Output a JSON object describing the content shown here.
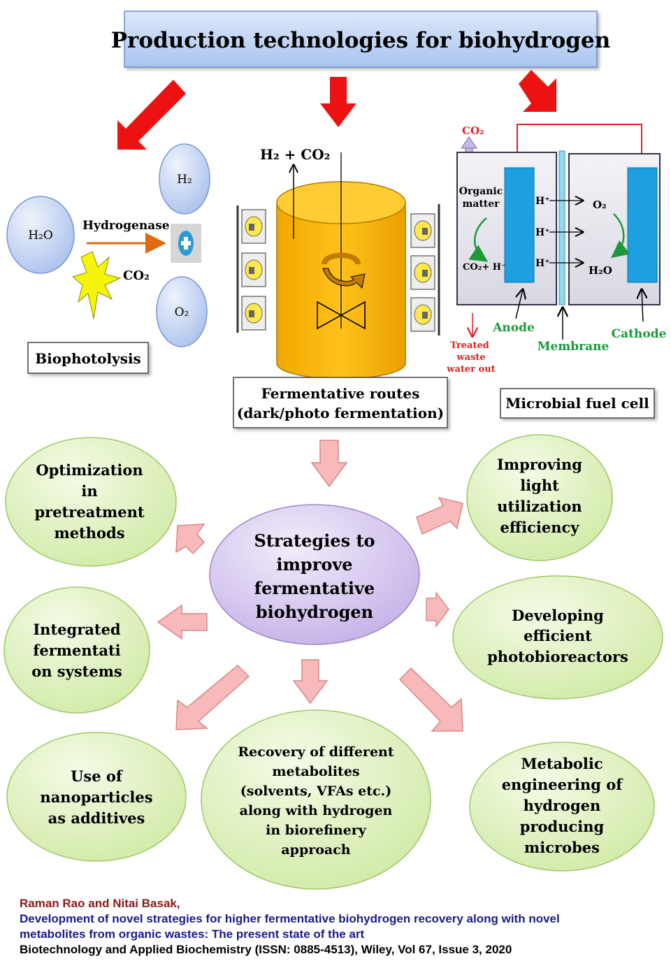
{
  "header": {
    "title": "Production technologies for biohydrogen"
  },
  "biophotolysis": {
    "h2o": "H₂O",
    "h2": "H₂",
    "o2": "O₂",
    "enzyme": "Hydrogenase",
    "co2": "CO₂",
    "label": "Biophotolysis"
  },
  "fermentation": {
    "gas": "H₂ + CO₂",
    "label_line1": "Fermentative routes",
    "label_line2": "(dark/photo fermentation)"
  },
  "fuel_cell": {
    "co2": "CO₂",
    "organic_line1": "Organic",
    "organic_line2": "matter",
    "co2h": "CO₂+ H⁻",
    "h1": "H⁺",
    "h2": "H⁺",
    "h3": "H⁺",
    "o2": "O₂",
    "h2o": "H₂O",
    "anode": "Anode",
    "membrane": "Membrane",
    "cathode": "Cathode",
    "treated_line1": "Treated",
    "treated_line2": "waste",
    "treated_line3": "water out",
    "label": "Microbial fuel cell"
  },
  "strategies": {
    "center": [
      "Strategies to",
      "improve",
      "fermentative",
      "biohydrogen"
    ],
    "optimization": [
      "Optimization",
      "in",
      "pretreatment",
      "methods"
    ],
    "light": [
      "Improving",
      "light",
      "utilization",
      "efficiency"
    ],
    "integrated": [
      "Integrated",
      "fermentati",
      "on systems"
    ],
    "photobioreactors": [
      "Developing",
      "efficient",
      "photobioreactors"
    ],
    "nanoparticles": [
      "Use of",
      "nanoparticles",
      "as additives"
    ],
    "recovery": [
      "Recovery of different",
      "metabolites",
      "(solvents, VFAs  etc.)",
      "along with hydrogen",
      "in biorefinery",
      "approach"
    ],
    "metabolic": [
      "Metabolic",
      "engineering of",
      "hydrogen",
      "producing",
      "microbes"
    ]
  },
  "citation": {
    "authors": "Raman Rao and Nitai Basak,",
    "title_line1": "Development of novel strategies for higher fermentative biohydrogen recovery along with novel",
    "title_line2": "metabolites from organic wastes: The present state of the art",
    "journal": "Biotechnology and Applied Biochemistry (ISSN: 0885-4513), Wiley, Vol 67, Issue 3, 2020"
  },
  "colors": {
    "title_box": "#b4cdf0",
    "bubble": "#c6d7f3",
    "tank": "#f9b800",
    "electrode": "#1ea0e0",
    "ellipse_green": "#daf0b5",
    "center_purple": "#d8c9ee",
    "red_arrow": "#ee1111",
    "pink_arrow": "#f7b9b9",
    "author_color": "#8b1a1a",
    "title_color": "#1a1a8b"
  }
}
